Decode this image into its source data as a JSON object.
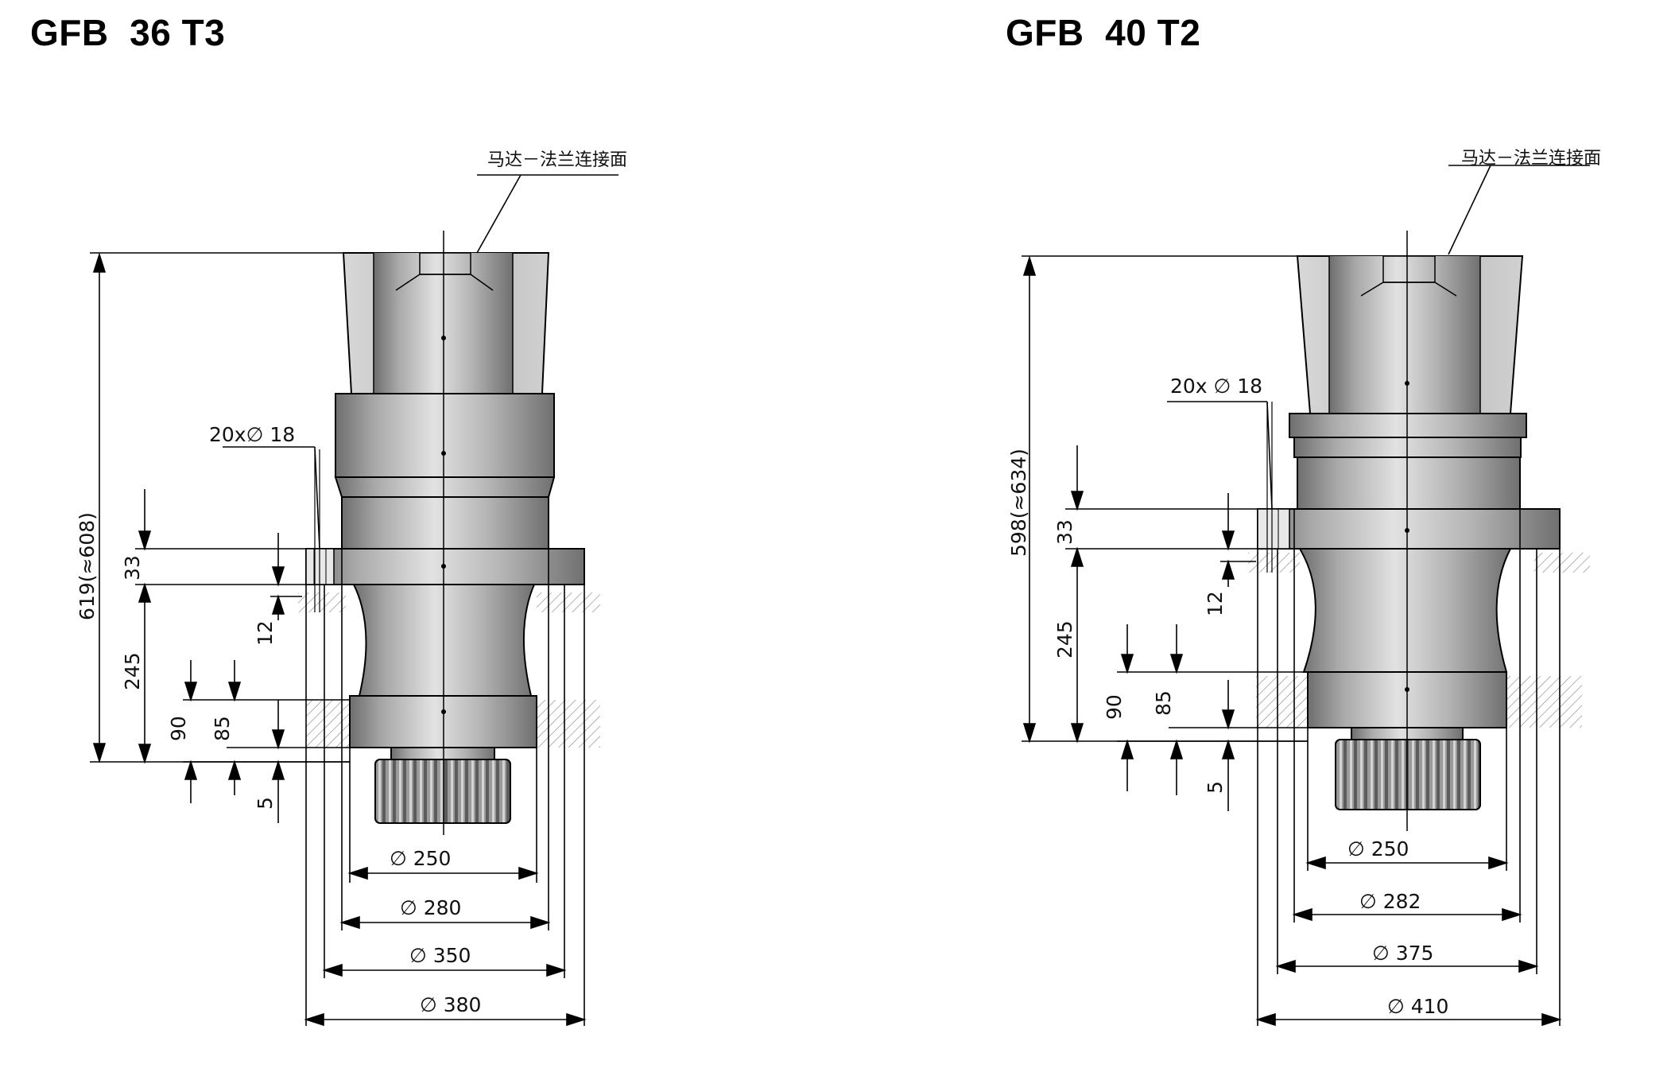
{
  "left": {
    "title": "GFB  36 T3",
    "flange_note": "马达－法兰连接面",
    "holes": "20x∅ 18",
    "height_total": "619(≈608)",
    "h_33": "33",
    "h_245": "245",
    "h_12": "12",
    "h_90": "90",
    "h_85": "85",
    "h_5": "5",
    "dia_250": "∅  250",
    "dia_280": "∅  280",
    "dia_350": "∅  350",
    "dia_380": "∅  380"
  },
  "right": {
    "title": "GFB  40 T2",
    "flange_note": "马达－法兰连接面",
    "holes": "20x ∅ 18",
    "height_total": "598(≈634)",
    "h_33": "33",
    "h_245": "245",
    "h_12": "12",
    "h_90": "90",
    "h_85": "85",
    "h_5": "5",
    "dia_250": "∅ 250",
    "dia_282": "∅ 282",
    "dia_375": "∅ 375",
    "dia_410": "∅ 410"
  }
}
